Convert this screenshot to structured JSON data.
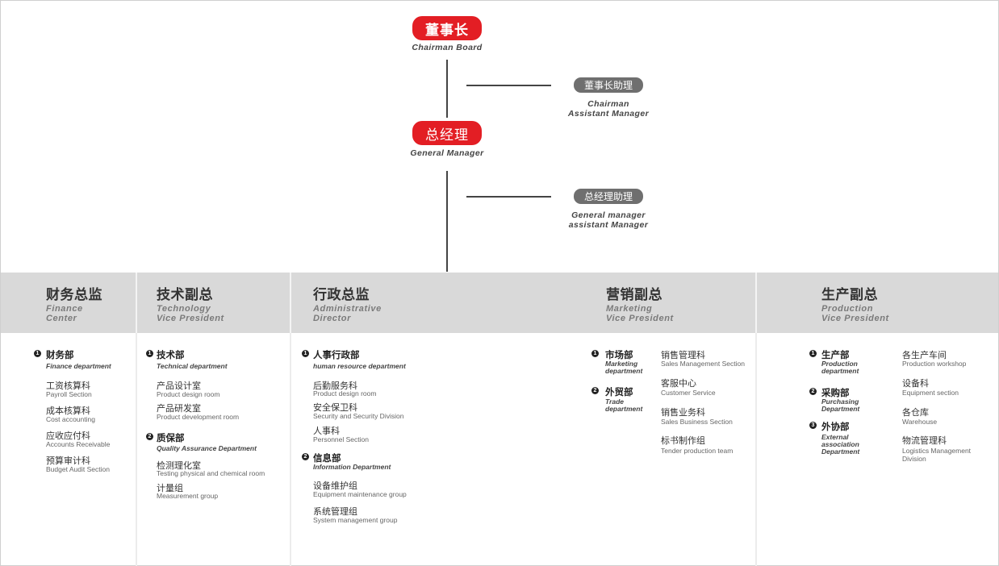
{
  "top": {
    "chairman": {
      "cn": "董事长",
      "en": "Chairman Board"
    },
    "chairman_assistant": {
      "cn": "董事长助理",
      "en_line1": "Chairman",
      "en_line2": "Assistant Manager"
    },
    "general_manager": {
      "cn": "总经理",
      "en": "General Manager"
    },
    "gm_assistant": {
      "cn": "总经理助理",
      "en_line1": "General manager",
      "en_line2": "assistant Manager"
    }
  },
  "columns": [
    {
      "cn": "财务总监",
      "en_line1": "Finance",
      "en_line2": "Center"
    },
    {
      "cn": "技术副总",
      "en_line1": "Technology",
      "en_line2": "Vice President"
    },
    {
      "cn": "行政总监",
      "en_line1": "Administrative",
      "en_line2": "Director"
    },
    {
      "cn": "营销副总",
      "en_line1": "Marketing",
      "en_line2": "Vice President"
    },
    {
      "cn": "生产副总",
      "en_line1": "Production",
      "en_line2": "Vice President"
    }
  ],
  "finance": {
    "dept1": {
      "num": "1",
      "cn": "财务部",
      "en": "Finance department"
    },
    "sections": [
      {
        "cn": "工资核算科",
        "en": "Payroll Section"
      },
      {
        "cn": "成本核算科",
        "en": "Cost accounting"
      },
      {
        "cn": "应收应付科",
        "en": "Accounts Receivable"
      },
      {
        "cn": "预算审计科",
        "en": "Budget Audit Section"
      }
    ]
  },
  "technology": {
    "dept1": {
      "num": "1",
      "cn": "技术部",
      "en": "Technical department"
    },
    "sections1": [
      {
        "cn": "产品设计室",
        "en": "Product design room"
      },
      {
        "cn": "产品研发室",
        "en": "Product development room"
      }
    ],
    "dept2": {
      "num": "2",
      "cn": "质保部",
      "en": "Quality Assurance Department"
    },
    "sections2": [
      {
        "cn": "检测理化室",
        "en": "Testing physical and chemical room"
      },
      {
        "cn": "计量组",
        "en": "Measurement group"
      }
    ]
  },
  "admin": {
    "dept1": {
      "num": "1",
      "cn": "人事行政部",
      "en": "human resource department"
    },
    "sections1": [
      {
        "cn": "后勤服务科",
        "en": "Product design room"
      },
      {
        "cn": "安全保卫科",
        "en": "Security and Security Division"
      },
      {
        "cn": "人事科",
        "en": "Personnel Section"
      }
    ],
    "dept2": {
      "num": "2",
      "cn": "信息部",
      "en": "Information Department"
    },
    "sections2": [
      {
        "cn": "设备维护组",
        "en": "Equipment maintenance group"
      },
      {
        "cn": "系统管理组",
        "en": "System management group"
      }
    ]
  },
  "marketing": {
    "dept1": {
      "num": "1",
      "cn": "市场部",
      "en_line1": "Marketing",
      "en_line2": "department"
    },
    "dept2": {
      "num": "2",
      "cn": "外贸部",
      "en_line1": "Trade",
      "en_line2": "department"
    },
    "sections": [
      {
        "cn": "销售管理科",
        "en": "Sales Management Section"
      },
      {
        "cn": "客服中心",
        "en": "Customer Service"
      },
      {
        "cn": "销售业务科",
        "en": "Sales Business Section"
      },
      {
        "cn": "标书制作组",
        "en": "Tender production team"
      }
    ]
  },
  "production": {
    "dept1": {
      "num": "1",
      "cn": "生产部",
      "en_line1": "Production",
      "en_line2": "department"
    },
    "dept2": {
      "num": "2",
      "cn": "采购部",
      "en_line1": "Purchasing",
      "en_line2": "Department"
    },
    "dept3": {
      "num": "3",
      "cn": "外协部",
      "en_line1": "External",
      "en_line2": "association",
      "en_line3": "Department"
    },
    "sections": [
      {
        "cn": "各生产车间",
        "en": "Production workshop"
      },
      {
        "cn": "设备科",
        "en": "Equipment section"
      },
      {
        "cn": "各仓库",
        "en": "Warehouse"
      },
      {
        "cn": "物流管理科",
        "en_line1": "Logistics Management",
        "en_line2": "Division"
      }
    ]
  },
  "colors": {
    "accent_red": "#e31e24",
    "grey_pill": "#6f6f6f",
    "band": "#d9d9d9"
  }
}
